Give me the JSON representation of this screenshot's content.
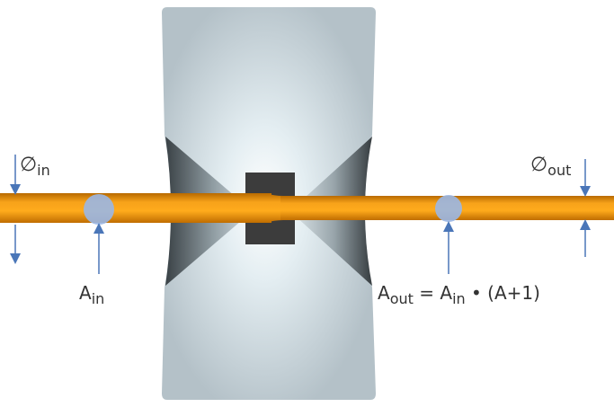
{
  "labels": {
    "dia_in": {
      "main": "∅",
      "sub": "in"
    },
    "dia_out": {
      "main": "∅",
      "sub": "out"
    },
    "area_in": {
      "main": "A",
      "sub": "in"
    },
    "area_out": {
      "main": "A",
      "sub": "out",
      "eq": " = ",
      "main2": "A",
      "sub2": "in",
      "rest": " • (A+1)"
    }
  },
  "colors": {
    "wire": "#f59a0c",
    "die": "#b9c6cd",
    "arrow": "#4a76b8",
    "block": "#3c3c3c"
  }
}
